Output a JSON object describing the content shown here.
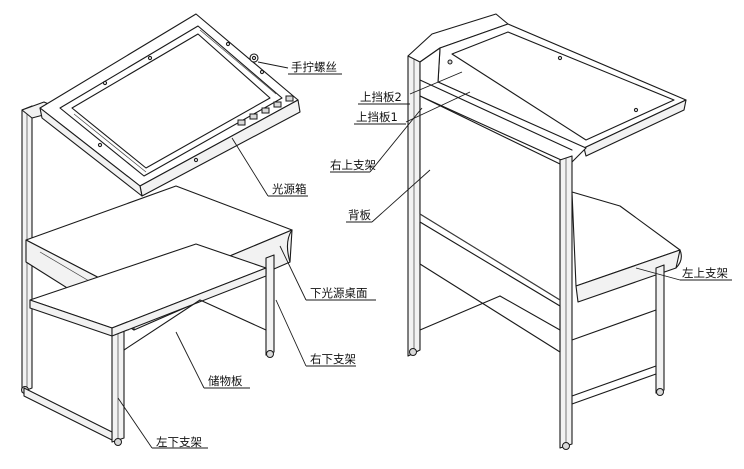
{
  "labels": {
    "hand_screw": "手拧螺丝",
    "light_box": "光源箱",
    "lower_light_desk": "下光源桌面",
    "right_lower_bracket": "右下支架",
    "storage_board": "储物板",
    "left_lower_bracket": "左下支架",
    "upper_baffle_2": "上挡板2",
    "upper_baffle_1": "上挡板1",
    "right_upper_bracket": "右上支架",
    "back_panel": "背板",
    "left_upper_bracket": "左上支架"
  }
}
